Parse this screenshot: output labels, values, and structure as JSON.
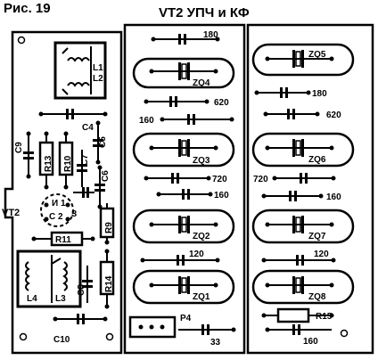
{
  "header": {
    "figure_label": "Рис. 19",
    "title": "VT2 УПЧ и КФ"
  },
  "left_board": {
    "coil_top": [
      "L1",
      "L2"
    ],
    "coil_bottom": [
      "L4",
      "L3"
    ],
    "transistor": "VT2",
    "transistor_pins": [
      "И 1",
      "С 2",
      "З"
    ],
    "resistors": [
      "R13",
      "R10",
      "R11",
      "R9",
      "R14"
    ],
    "capacitors": [
      "C4",
      "C5",
      "C9",
      "C7",
      "C6",
      "C8",
      "C10"
    ]
  },
  "middle_board": {
    "caps": [
      "180",
      "620",
      "160",
      "720",
      "160",
      "120",
      "33"
    ],
    "crystals": [
      "ZQ4",
      "ZQ3",
      "ZQ2",
      "ZQ1"
    ],
    "connector": "P4"
  },
  "right_board": {
    "crystals": [
      "ZQ5",
      "ZQ6",
      "ZQ7",
      "ZQ8"
    ],
    "caps": [
      "180",
      "620",
      "720",
      "160",
      "120",
      "160"
    ],
    "resistor": "R15"
  }
}
